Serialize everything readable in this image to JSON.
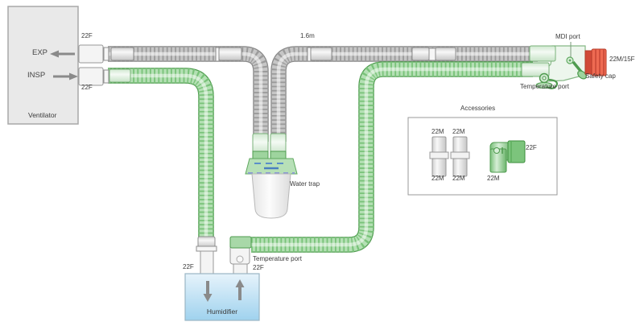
{
  "ventilator": {
    "name": "Ventilator",
    "exp": "EXP",
    "insp": "INSP",
    "exp_port": "22F",
    "insp_port": "22F"
  },
  "circuit": {
    "exp_limb_length": "1.6m",
    "water_trap": "Water trap",
    "mdi_port": "MDI port",
    "patient_connector": "22M/15F",
    "safety_cap": "Safety cap",
    "temperature_port": "Temperature port"
  },
  "humidifier": {
    "name": "Humidifier",
    "inlet_port": "22F",
    "outlet_port": "22F",
    "temperature_port": "Temperature port"
  },
  "accessories": {
    "title": "Accessories",
    "adapter1": {
      "top": "22M",
      "bottom": "22M"
    },
    "adapter2": {
      "top": "22M",
      "bottom": "22M"
    },
    "elbow": {
      "male": "22M",
      "female": "22F"
    }
  },
  "colors": {
    "insp_tube": "#8fca8f",
    "exp_tube": "#b8b8b8",
    "patient_connector_red": "#ee6a52",
    "humidifier_fill": "#aed9f0",
    "accent_green": "#4f9b4f"
  }
}
